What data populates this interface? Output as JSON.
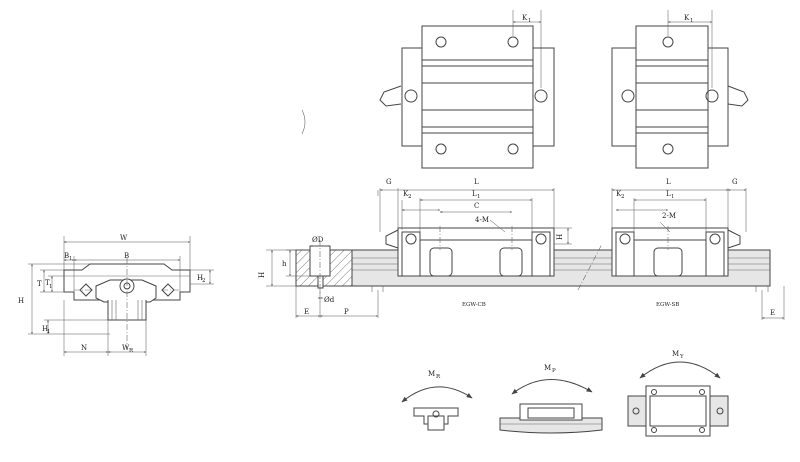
{
  "colors": {
    "line": "#444444",
    "fill": "#ffffff",
    "shade": "#e6e6e6"
  },
  "labels": {
    "W": "W",
    "B": "B",
    "B1": "B",
    "B1_sub": "1",
    "H": "H",
    "H1": "H",
    "H1_sub": "1",
    "H2": "H",
    "H2_sub": "2",
    "T": "T",
    "T1": "T",
    "T1_sub": "1",
    "N": "N",
    "WR": "W",
    "WR_sub": "R",
    "K1": "K",
    "K1_sub": "1",
    "G": "G",
    "K2": "K",
    "K2_sub": "2",
    "L": "L",
    "L1": "L",
    "L1_sub": "1",
    "C": "C",
    "M4": "4-M",
    "M2": "2-M",
    "H3": "H",
    "H3_sub": "3",
    "HR": "H",
    "HR_sub": "R",
    "h": "h",
    "OD": "ØD",
    "Od": "Ød",
    "E": "E",
    "P": "P",
    "MR": "M",
    "MR_sub": "R",
    "MP": "M",
    "MP_sub": "P",
    "MY": "M",
    "MY_sub": "Y"
  },
  "models": {
    "cb": "EGW-CB",
    "sb": "EGW-SB"
  }
}
